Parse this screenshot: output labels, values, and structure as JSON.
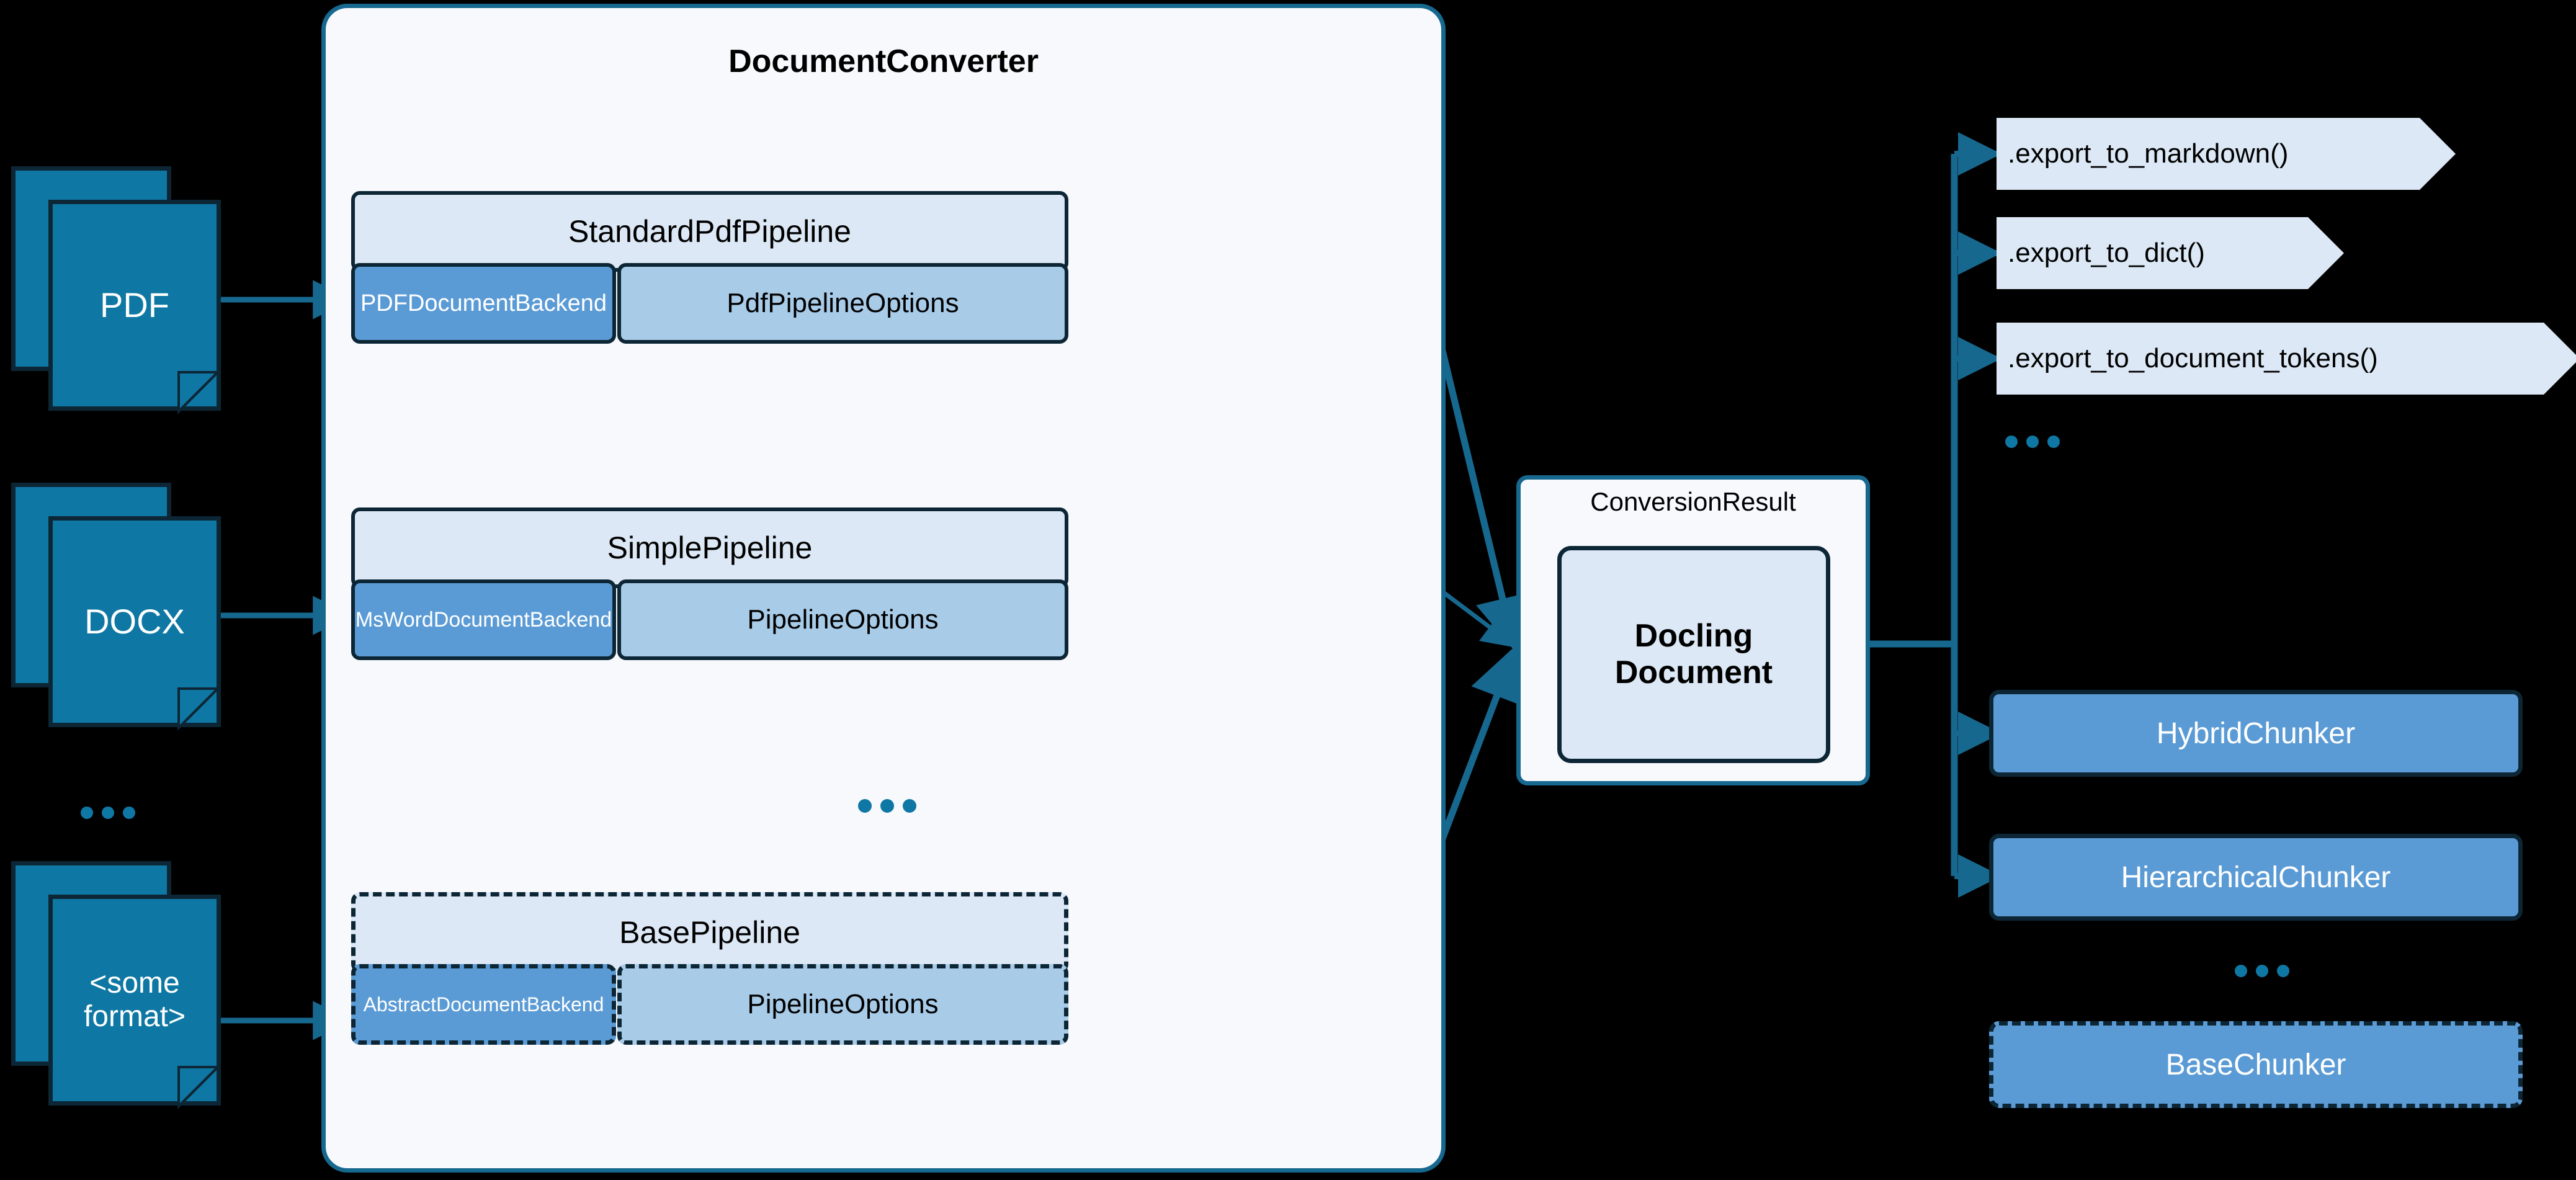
{
  "diagram": {
    "title": "Docling architecture",
    "colors": {
      "background": "#000000",
      "doc_fill": "#0f77a3",
      "doc_border": "#0d2635",
      "container_fill": "#f7f9fd",
      "container_border": "#17688f",
      "pipeline_fill": "#dce8f5",
      "backend_fill": "#5b9bd5",
      "options_fill": "#a8cbe8",
      "arrow": "#17688f",
      "text_dark": "#000000",
      "text_light": "#ffffff"
    }
  },
  "inputs": {
    "documents": [
      {
        "label": "PDF",
        "name": "input-doc-pdf"
      },
      {
        "label": "DOCX",
        "name": "input-doc-docx"
      },
      {
        "label": "<some\nformat>",
        "line1": "<some",
        "line2": "format>",
        "name": "input-doc-some-format"
      }
    ],
    "ellipsis": "..."
  },
  "converter": {
    "title": "DocumentConverter",
    "ellipsis": "...",
    "pipelines": [
      {
        "name": "standard-pdf-pipeline",
        "head": "StandardPdfPipeline",
        "backend": "PDFDocumentBackend",
        "options": "PdfPipelineOptions",
        "dashed": false
      },
      {
        "name": "simple-pipeline",
        "head": "SimplePipeline",
        "backend": "MsWordDocumentBackend",
        "options": "PipelineOptions",
        "dashed": false
      },
      {
        "name": "base-pipeline",
        "head": "BasePipeline",
        "backend": "AbstractDocumentBackend",
        "options": "PipelineOptions",
        "dashed": true
      }
    ]
  },
  "result": {
    "title": "ConversionResult",
    "document_line1": "Docling",
    "document_line2": "Document"
  },
  "exports": {
    "items": [
      {
        "label": ".export_to_markdown()",
        "name": "export-to-markdown"
      },
      {
        "label": ".export_to_dict()",
        "name": "export-to-dict"
      },
      {
        "label": ".export_to_document_tokens()",
        "name": "export-to-document-tokens"
      }
    ],
    "ellipsis": "..."
  },
  "chunkers": {
    "items": [
      {
        "label": "HybridChunker",
        "name": "hybrid-chunker",
        "dashed": false
      },
      {
        "label": "HierarchicalChunker",
        "name": "hierarchical-chunker",
        "dashed": false
      },
      {
        "label": "BaseChunker",
        "name": "base-chunker",
        "dashed": true
      }
    ],
    "ellipsis": "..."
  }
}
